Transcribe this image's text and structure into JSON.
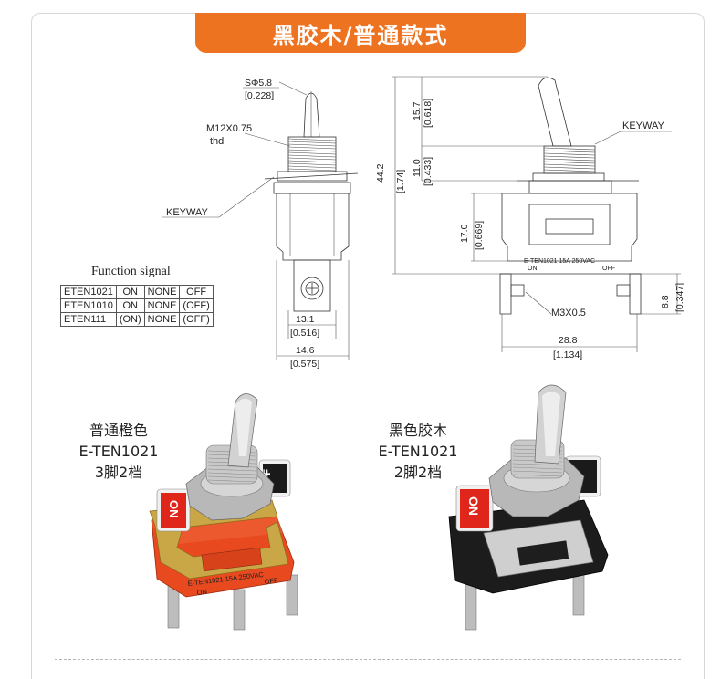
{
  "header": {
    "title": "黑胶木/普通款式"
  },
  "left_drawing": {
    "sphere_dia": "SΦ5.8",
    "sphere_dia_in": "[0.228]",
    "thread": "M12X0.75",
    "thread_sub": "thd",
    "keyway": "KEYWAY",
    "width_inner": "13.1",
    "width_inner_in": "[0.516]",
    "width_outer": "14.6",
    "width_outer_in": "[0.575]"
  },
  "right_drawing": {
    "keyway": "KEYWAY",
    "lever_h": "15.7",
    "lever_h_in": "[0.618]",
    "total_h": "44.2",
    "total_h_in": "[1.74]",
    "bush_h": "11.0",
    "bush_h_in": "[0.433]",
    "body_h": "17.0",
    "body_h_in": "[0.669]",
    "terminal_h": "8.8",
    "terminal_h_in": "[0.347]",
    "screw": "M3X0.5",
    "width": "28.8",
    "width_in": "[1.134]",
    "body_print": "E-TEN1021  15A  250VAC",
    "on_label": "ON",
    "off_label": "OFF"
  },
  "function_signal": {
    "title": "Function signal",
    "rows": [
      [
        "ETEN1021",
        "ON",
        "NONE",
        "OFF"
      ],
      [
        "ETEN1010",
        "ON",
        "NONE",
        "(OFF)"
      ],
      [
        "ETEN111",
        "(ON)",
        "NONE",
        "(OFF)"
      ]
    ]
  },
  "products": [
    {
      "line1": "普通橙色",
      "line2": "E-TEN1021",
      "line3": "3脚2档",
      "body_color": "#e8491f"
    },
    {
      "line1": "黑色胶木",
      "line2": "E-TEN1021",
      "line3": "2脚2档",
      "body_color": "#1c1c1c"
    }
  ],
  "switch_labels": {
    "on": "ON",
    "off": "OFF",
    "print": "E-TEN1021 15A 250VAC",
    "print_on": "ON",
    "print_off": "OFF"
  },
  "colors": {
    "accent": "#ee7320"
  }
}
